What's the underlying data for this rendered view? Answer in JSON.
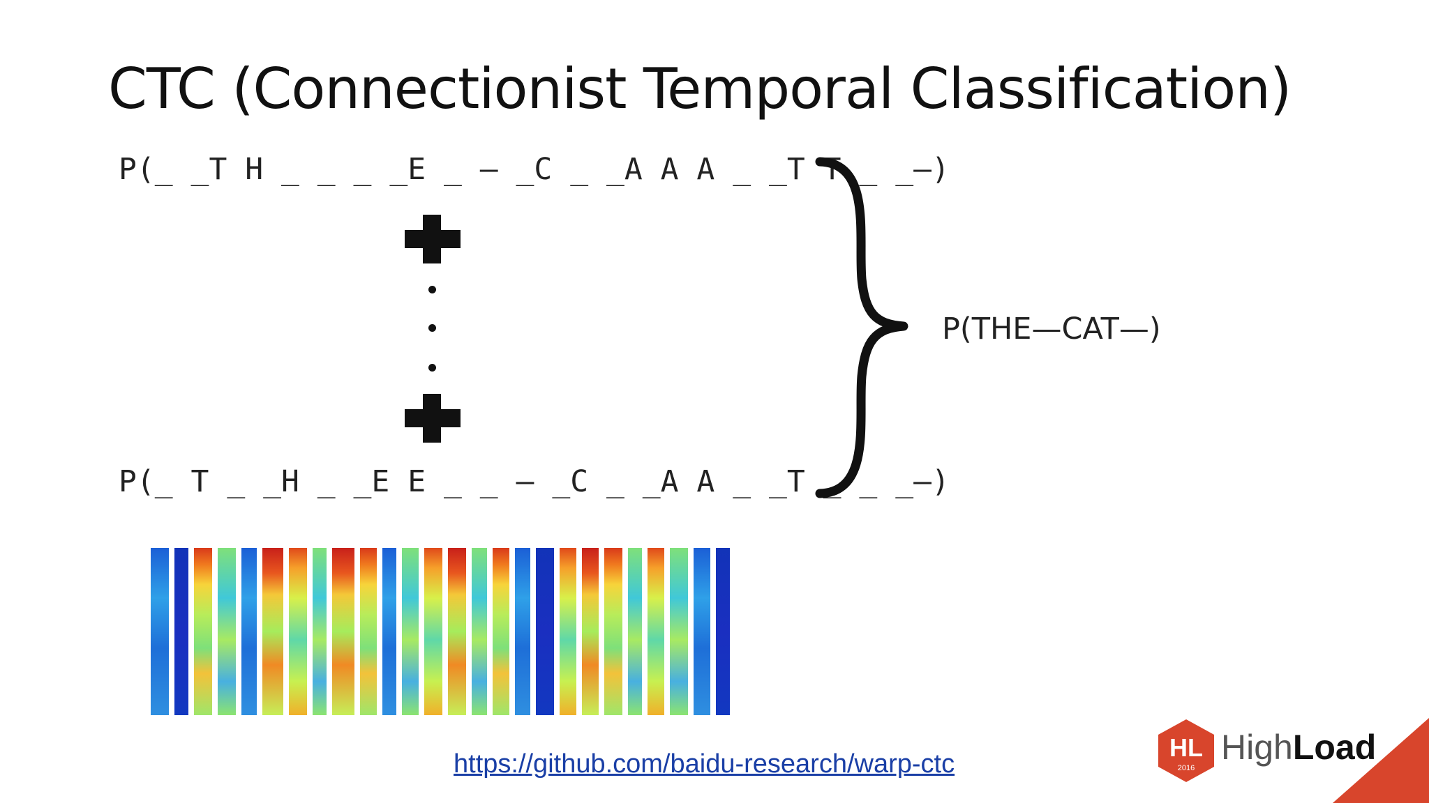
{
  "slide": {
    "title": "CTC (Connectionist Temporal Classification)",
    "sequence_top": "P(_ _T H _ _ _ _E _ – _C _ _A A A _ _T T _ _–)",
    "sequence_bottom": "P(_ T _ _H _ _E E _ _ – _C _ _A A _ _T _ _ _–)",
    "result": "P(THE—CAT—)",
    "link": "https://github.com/baidu-research/warp-ctc",
    "icons": {
      "plus": "plus-icon",
      "brace": "curly-brace-icon",
      "logo": "highload-hexagon-logo"
    },
    "colors": {
      "accent": "#d8452c",
      "link": "#1a3fa6",
      "text": "#111111"
    }
  },
  "logo": {
    "badge_letters": "HL",
    "badge_year": "2016",
    "word_high": "High",
    "word_load": "Load",
    "superscript": "++"
  }
}
